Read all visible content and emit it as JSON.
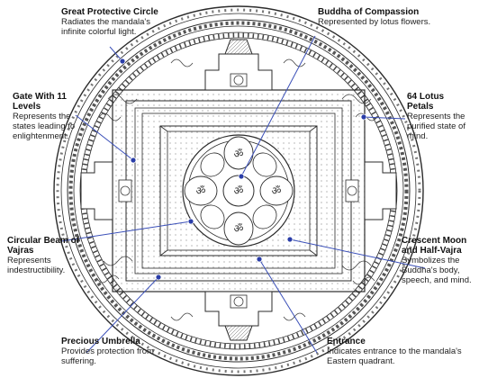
{
  "callouts": {
    "great_protective_circle": {
      "title": "Great Protective Circle",
      "description": "Radiates the mandala's infinite colorful light."
    },
    "buddha_of_compassion": {
      "title": "Buddha of Compassion",
      "description": "Represented by lotus flowers."
    },
    "gate_with_11_levels": {
      "title": "Gate With 11 Levels",
      "description": "Represents the states leading to enlightenment."
    },
    "lotus_petals": {
      "title": "64 Lotus Petals",
      "description": "Represents the purified state of mind."
    },
    "circular_beam_of_vajras": {
      "title": "Circular Beam of Vajras",
      "description": "Represents indestructibility."
    },
    "crescent_moon_half_vajra": {
      "title": "Crescent Moon and Half-Vajra",
      "description": "Symbolizes the Buddha's body, speech, and mind."
    },
    "precious_umbrella": {
      "title": "Precious Umbrella",
      "description": "Provides protection from suffering."
    },
    "entrance": {
      "title": "Entrance",
      "description": "Indicates entrance to the mandala's Eastern quadrant."
    }
  },
  "colors": {
    "leader_line": "#3a4fb8",
    "marker_dot": "#2a3da8",
    "ink": "#2b2b2b",
    "text": "#111111"
  },
  "icons": {
    "vajra": "vajra-icon",
    "lotus_seed_syllable": "seed-syllable-icon",
    "crescent_moon": "crescent-moon-icon",
    "umbrella": "umbrella-icon"
  }
}
